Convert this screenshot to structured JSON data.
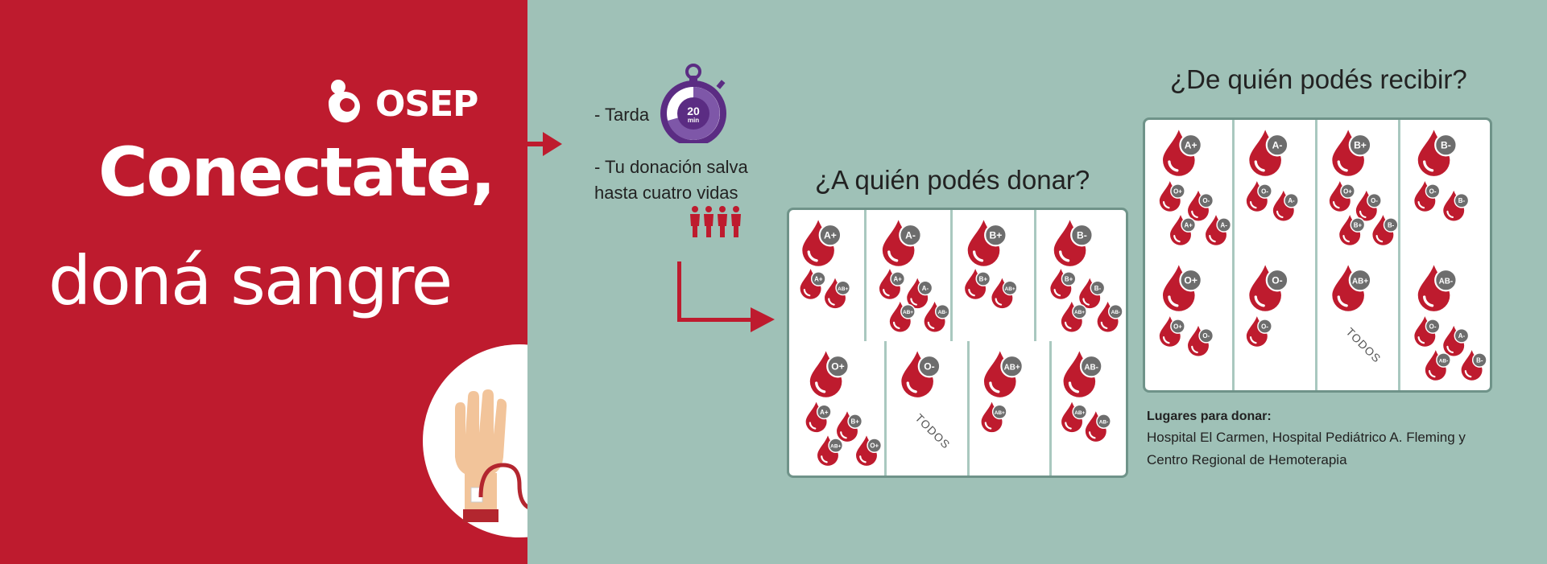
{
  "brand": {
    "logo_text": "OSEP"
  },
  "headline": {
    "line1": "Conectate,",
    "line2": "doná sangre"
  },
  "notes": {
    "tarda": "- Tarda",
    "timer_value": "20",
    "timer_unit": "min",
    "salva_line1": "- Tu donación salva",
    "salva_line2": "hasta cuatro vidas"
  },
  "donate": {
    "title": "¿A quién podés donar?",
    "cells": [
      {
        "type": "A+",
        "targets": [
          "A+",
          "AB+"
        ]
      },
      {
        "type": "A-",
        "targets": [
          "A+",
          "A-",
          "AB+",
          "AB-"
        ]
      },
      {
        "type": "B+",
        "targets": [
          "B+",
          "AB+"
        ]
      },
      {
        "type": "B-",
        "targets": [
          "B+",
          "B-",
          "AB+",
          "AB-"
        ]
      },
      {
        "type": "O+",
        "targets": [
          "A+",
          "B+",
          "AB+",
          "O+"
        ]
      },
      {
        "type": "O-",
        "label": "TODOS",
        "targets": []
      },
      {
        "type": "AB+",
        "targets": [
          "AB+"
        ]
      },
      {
        "type": "AB-",
        "targets": [
          "AB+",
          "AB-"
        ]
      }
    ]
  },
  "receive": {
    "title": "¿De quién podés recibir?",
    "cells": [
      {
        "type": "A+",
        "sources": [
          "O+",
          "O-",
          "A+",
          "A-"
        ]
      },
      {
        "type": "A-",
        "sources": [
          "O-",
          "A-"
        ]
      },
      {
        "type": "B+",
        "sources": [
          "O+",
          "O-",
          "B+",
          "B-"
        ]
      },
      {
        "type": "B-",
        "sources": [
          "O-",
          "B-"
        ]
      },
      {
        "type": "O+",
        "sources": [
          "O+",
          "O-"
        ]
      },
      {
        "type": "O-",
        "sources": [
          "O-"
        ]
      },
      {
        "type": "AB+",
        "label": "TODOS",
        "sources": []
      },
      {
        "type": "AB-",
        "sources": [
          "O-",
          "A-",
          "AB-",
          "B-"
        ]
      }
    ]
  },
  "places": {
    "heading": "Lugares para donar:",
    "line1": "Hospital El Carmen, Hospital Pediátrico A. Fleming  y",
    "line2": "Centro Regional de Hemoterapia"
  },
  "colors": {
    "red": "#be1b2e",
    "teal": "#9fc1b7",
    "purple": "#5b2c83",
    "badge": "#6d6d6d"
  }
}
